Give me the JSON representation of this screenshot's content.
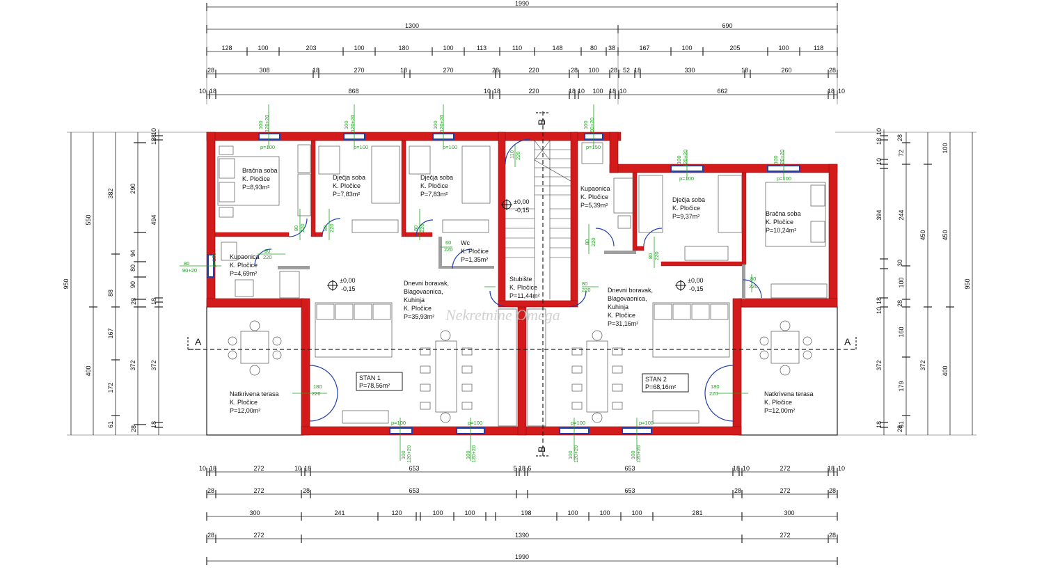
{
  "dims": {
    "top": {
      "r1": [
        "1990"
      ],
      "r2": [
        "1300",
        "690"
      ],
      "r3": [
        "128",
        "100",
        "203",
        "100",
        "180",
        "100",
        "113",
        "110",
        "148",
        "80",
        "38",
        "167",
        "100",
        "205",
        "100",
        "118"
      ],
      "r4": [
        "28",
        "308",
        "18",
        "270",
        "18",
        "270",
        "28",
        "220",
        "28",
        "100",
        "28",
        "52",
        "18",
        "330",
        "18",
        "260",
        "28"
      ],
      "r5": [
        "10",
        "18",
        "868",
        "10",
        "18",
        "220",
        "18",
        "10",
        "100",
        "18",
        "10",
        "662",
        "18",
        "10"
      ]
    },
    "bottom": {
      "r1": [
        "10",
        "18",
        "272",
        "10",
        "18",
        "653",
        "5",
        "18",
        "5",
        "653",
        "18",
        "10",
        "272",
        "18",
        "10"
      ],
      "r2": [
        "28",
        "272",
        "28",
        "653",
        "653",
        "28",
        "272",
        "28"
      ],
      "r3": [
        "300",
        "241",
        "120",
        "100",
        "100",
        "198",
        "100",
        "100",
        "100",
        "281",
        "300"
      ],
      "r4": [
        "28",
        "272",
        "1390",
        "272",
        "28"
      ],
      "r5": [
        "1990"
      ]
    },
    "left": {
      "c1": [
        "950"
      ],
      "c2": [
        "550",
        "400"
      ],
      "c3": [
        "382",
        "88",
        "167",
        "172",
        "61"
      ],
      "c4": [
        "290",
        "94",
        "80",
        "90",
        "372"
      ],
      "c5": [
        "28",
        "18",
        "10",
        "494",
        "18",
        "28",
        "372",
        "18",
        "28"
      ]
    },
    "right": {
      "c1": [
        "950"
      ],
      "c2": [
        "450",
        "400"
      ],
      "c3": [
        "100",
        "450",
        "372"
      ],
      "c4": [
        "72",
        "244",
        "100",
        "160",
        "179",
        "61"
      ],
      "c5": [
        "10",
        "28",
        "18",
        "10",
        "394",
        "30",
        "18",
        "10",
        "28",
        "372",
        "18",
        "28"
      ]
    }
  },
  "rooms": [
    {
      "key": "bracna1",
      "lines": [
        "Bračna soba",
        "K. Pločice",
        "P=8,93m²"
      ]
    },
    {
      "key": "djecja1",
      "lines": [
        "Dječja soba",
        "K. Pločice",
        "P=7,83m²"
      ]
    },
    {
      "key": "djecja2",
      "lines": [
        "Dječja soba",
        "K. Pločice",
        "P=7,83m²"
      ]
    },
    {
      "key": "kupaonica1",
      "lines": [
        "Kupaonica",
        "K. Pločice",
        "P=4,69m²"
      ]
    },
    {
      "key": "wc",
      "lines": [
        "Wc",
        "K. Pločice",
        "P=1,35m²"
      ]
    },
    {
      "key": "dnevni1",
      "lines": [
        "Dnevni boravak,",
        "Blagovaonica,",
        "Kuhinja",
        "K. Pločice",
        "P=35,93m²"
      ]
    },
    {
      "key": "stubiste",
      "lines": [
        "Stubište",
        "K. Pločice",
        "P=11,44m²"
      ]
    },
    {
      "key": "kupaonica2",
      "lines": [
        "Kupaonica",
        "K. Pločice",
        "P=5,39m²"
      ]
    },
    {
      "key": "djecja3",
      "lines": [
        "Dječja soba",
        "K. Pločice",
        "P=9,37m²"
      ]
    },
    {
      "key": "bracna2",
      "lines": [
        "Bračna soba",
        "K. Pločice",
        "P=10,24m²"
      ]
    },
    {
      "key": "dnevni2",
      "lines": [
        "Dnevni boravak,",
        "Blagovaonica,",
        "Kuhinja",
        "K. Pločice",
        "P=31,16m²"
      ]
    },
    {
      "key": "terasa1",
      "lines": [
        "Natkrivena terasa",
        "K. Pločice",
        "P=12,00m²"
      ]
    },
    {
      "key": "terasa2",
      "lines": [
        "Natkrivena terasa",
        "K. Pločice",
        "P=12,00m²"
      ]
    }
  ],
  "apartments": [
    {
      "name": "STAN 1",
      "area": "P=78,56m²"
    },
    {
      "name": "STAN 2",
      "area": "P=68,16m²"
    }
  ],
  "levels": [
    {
      "top": "±0,00",
      "bottom": "-0,15"
    },
    {
      "top": "±0,00",
      "bottom": "-0,15"
    },
    {
      "top": "±0,00",
      "bottom": "-0,15"
    }
  ],
  "section_labels": {
    "a": "A",
    "b": "B"
  },
  "openings": {
    "win_100_120": [
      "100",
      "120+20"
    ],
    "win_100_90": [
      "100",
      "90+20"
    ],
    "win_80_90": [
      "80",
      "90+20"
    ],
    "door_80_220": [
      "80",
      "220"
    ],
    "door_110_220": [
      "110",
      "220"
    ],
    "door_180_220": [
      "180",
      "220"
    ],
    "door_60_220": [
      "60",
      "220"
    ],
    "sill_100": "p=100",
    "sill_150": "p=150"
  },
  "watermark": "Nekretnine Omega",
  "colors": {
    "wall": "#d31b1b",
    "dim_line": "#222222",
    "opening": "#1aa31a",
    "window": "#1f3fae"
  }
}
